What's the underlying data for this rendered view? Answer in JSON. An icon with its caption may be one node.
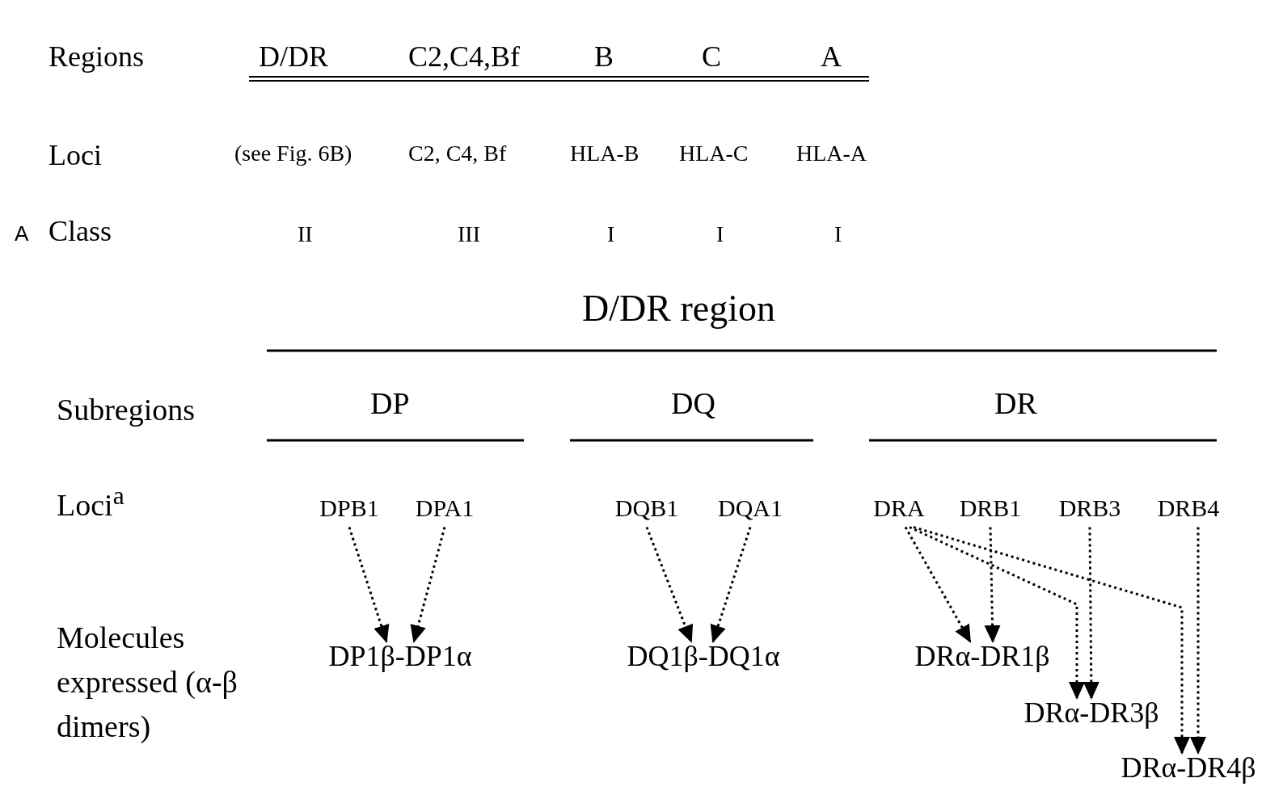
{
  "diagram": {
    "nodes": [
      {
        "text": [
          "DPB1"
        ]
      },
      {
        "text": [
          "DPA1"
        ]
      },
      {
        "text": [
          "DQB1"
        ]
      },
      {
        "text": [
          "DQA1"
        ]
      },
      {
        "text": [
          "DRA"
        ]
      },
      {
        "text": [
          "DRB1"
        ]
      },
      {
        "text": [
          "DRB3"
        ]
      },
      {
        "text": [
          "DRB4"
        ]
      },
      {
        "text": [
          "DP1β-DP1α"
        ]
      },
      {
        "text": [
          "DQ1β-DQ1α"
        ]
      },
      {
        "text": [
          "DRα-DR1β"
        ]
      },
      {
        "text": [
          "DRα-DR3β"
        ]
      },
      {
        "text": [
          "DRα-DR4β"
        ]
      }
    ],
    "edges": [
      {
        "from": 0,
        "to": 8,
        "arrow": "to",
        "style": "dashed"
      },
      {
        "from": 1,
        "to": 8,
        "arrow": "to",
        "style": "dashed"
      },
      {
        "from": 2,
        "to": 9,
        "arrow": "to",
        "style": "dashed"
      },
      {
        "from": 3,
        "to": 9,
        "arrow": "to",
        "style": "dashed"
      },
      {
        "from": 4,
        "to": 10,
        "arrow": "to",
        "style": "dashed"
      },
      {
        "from": 5,
        "to": 10,
        "arrow": "to",
        "style": "dashed"
      },
      {
        "from": 4,
        "to": 11,
        "arrow": "to",
        "style": "dashed"
      },
      {
        "from": 6,
        "to": 11,
        "arrow": "to",
        "style": "dashed"
      },
      {
        "from": 4,
        "to": 12,
        "arrow": "to",
        "style": "dashed"
      },
      {
        "from": 7,
        "to": 12,
        "arrow": "to",
        "style": "dashed"
      }
    ],
    "labels": [
      "Regions",
      "D/DR",
      "C2,C4,Bf",
      "B",
      "C",
      "A",
      "Loci",
      "(see Fig. 6B)",
      "C2, C4, Bf",
      "HLA-B",
      "HLA-C",
      "HLA-A",
      "A",
      "Class",
      "II",
      "III",
      "I",
      "I",
      "I",
      "D/DR region",
      "Subregions",
      "DP",
      "DQ",
      "DR",
      "Loci$^{a}$",
      "Molecules expressed (α-β dimers)"
    ]
  }
}
